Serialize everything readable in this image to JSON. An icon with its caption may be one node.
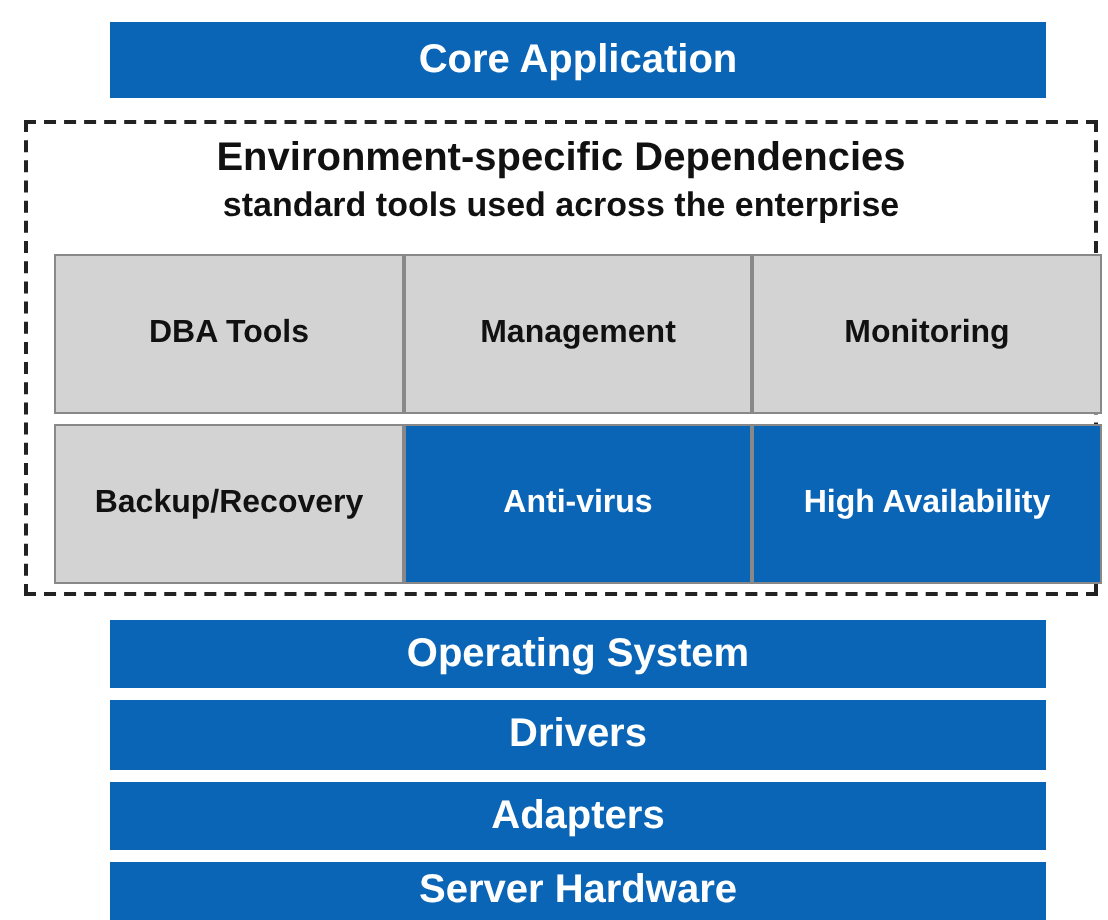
{
  "diagram": {
    "nodes": [
      {
        "text": [
          "Core Application"
        ]
      },
      {
        "text": [
          "Environment-specific Dependencies",
          "standard tools used across the enterprise"
        ]
      },
      {
        "text": [
          "DBA Tools"
        ],
        "in": 1
      },
      {
        "text": [
          "Management"
        ],
        "in": 1
      },
      {
        "text": [
          "Monitoring"
        ],
        "in": 1
      },
      {
        "text": [
          "Backup/Recovery"
        ],
        "in": 1
      },
      {
        "text": [
          "Anti-virus"
        ],
        "in": 1
      },
      {
        "text": [
          "High Availability"
        ],
        "in": 1
      },
      {
        "text": [
          "Operating System"
        ]
      },
      {
        "text": [
          "Drivers"
        ]
      },
      {
        "text": [
          "Adapters"
        ]
      },
      {
        "text": [
          "Server Hardware"
        ]
      }
    ]
  }
}
